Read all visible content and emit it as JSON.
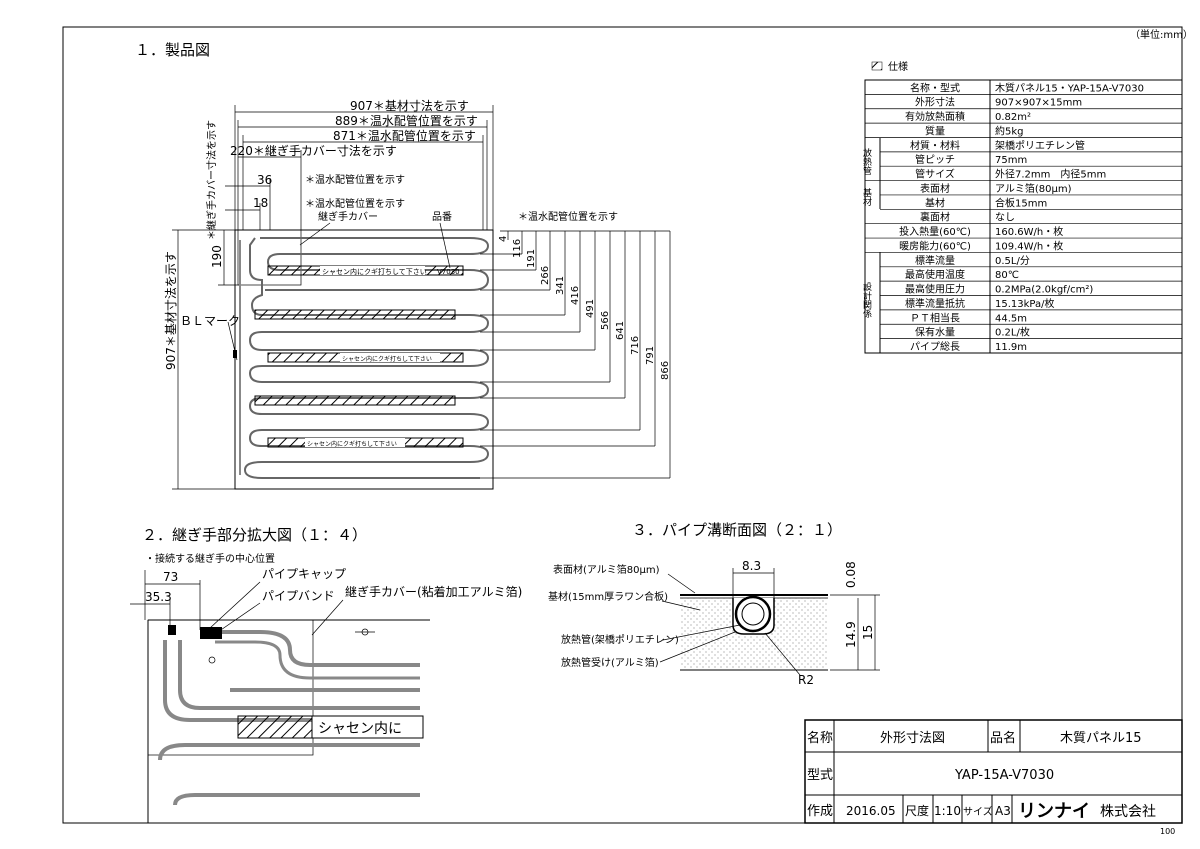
{
  "unit_note": "（単位:mm）",
  "sheet_no": "100",
  "sections": {
    "s1": "１．製品図",
    "s2": "２．継ぎ手部分拡大図（１：４）",
    "s3": "３．パイプ溝断面図（２：１）"
  },
  "product": {
    "dims_top": [
      "907＊基材寸法を示す",
      "889＊温水配管位置を示す",
      "871＊温水配管位置を示す",
      "220＊継ぎ手カバー寸法を示す"
    ],
    "d36": "36",
    "d18": "18",
    "note36": "＊温水配管位置を示す",
    "note18": "＊温水配管位置を示す",
    "vert_note": "＊継ぎ手カバー寸法を示す",
    "label_cover": "継ぎ手カバー",
    "label_hinban": "品番",
    "label_right_note": "＊温水配管位置を示す",
    "d190": "190",
    "d907_left": "907＊基材寸法を示す",
    "label_bl": "ＢＬマーク",
    "right_dims": [
      "4",
      "116",
      "191",
      "266",
      "341",
      "416",
      "491",
      "566",
      "641",
      "716",
      "791",
      "866"
    ],
    "strip_text": "シャセン内にクギ打ちして下さい",
    "model_code": "V7030"
  },
  "joint": {
    "note_center": "・接続する継ぎ手の中心位置",
    "d73": "73",
    "d353": "35.3",
    "pipe_cap": "パイプキャップ",
    "pipe_band": "パイプバンド",
    "cover_label": "継ぎ手カバー(粘着加工アルミ箔)",
    "strip_text": "シャセン内に"
  },
  "section": {
    "d83": "8.3",
    "d008": "0.08",
    "d149": "14.9",
    "d15": "15",
    "r2": "R2",
    "labels": [
      "表面材(アルミ箔80μm)",
      "基材(15mm厚ラワン合板)",
      "放熱管(架橋ポリエチレン)",
      "放熱管受け(アルミ箔)"
    ]
  },
  "spec": {
    "heading": "仕様",
    "rows": [
      {
        "group": "",
        "label": "名称・型式",
        "value": "木質パネル15・YAP-15A-V7030"
      },
      {
        "group": "",
        "label": "外形寸法",
        "value": "907×907×15mm"
      },
      {
        "group": "",
        "label": "有効放熱面積",
        "value": "0.82m²"
      },
      {
        "group": "",
        "label": "質量",
        "value": "約5kg"
      },
      {
        "group": "放熱管",
        "label": "材質・材料",
        "value": "架橋ポリエチレン管"
      },
      {
        "group": "放熱管",
        "label": "管ピッチ",
        "value": "75mm"
      },
      {
        "group": "放熱管",
        "label": "管サイズ",
        "value": "外径7.2mm　内径5mm"
      },
      {
        "group": "基材",
        "label": "表面材",
        "value": "アルミ箔(80μm)"
      },
      {
        "group": "基材",
        "label": "基材",
        "value": "合板15mm"
      },
      {
        "group": "基材",
        "label": "裏面材",
        "value": "なし"
      },
      {
        "group": "",
        "label": "投入熱量(60℃)",
        "value": "160.6W/h・枚"
      },
      {
        "group": "",
        "label": "暖房能力(60℃)",
        "value": "109.4W/h・枚"
      },
      {
        "group": "設計関係",
        "label": "標準流量",
        "value": "0.5L/分"
      },
      {
        "group": "設計関係",
        "label": "最高使用温度",
        "value": "80℃"
      },
      {
        "group": "設計関係",
        "label": "最高使用圧力",
        "value": "0.2MPa(2.0kgf/cm²)"
      },
      {
        "group": "設計関係",
        "label": "標準流量抵抗",
        "value": "15.13kPa/枚"
      },
      {
        "group": "設計関係",
        "label": "ＰＴ相当長",
        "value": "44.5m"
      },
      {
        "group": "設計関係",
        "label": "保有水量",
        "value": "0.2L/枚"
      },
      {
        "group": "設計関係",
        "label": "パイプ総長",
        "value": "11.9m"
      }
    ],
    "group_labels": {
      "g1": "放熱管",
      "g2": "基材",
      "g3": "設計関係"
    }
  },
  "title_block": {
    "name_label": "名称",
    "name_value": "外形寸法図",
    "product_label": "品名",
    "product_value": "木質パネル15",
    "model_label": "型式",
    "model_value": "YAP-15A-V7030",
    "made_label": "作成",
    "made_value": "2016.05",
    "scale_label": "尺度",
    "scale_value": "1:10",
    "size_label": "サイズ",
    "size_value": "A3",
    "company_logo": "リンナイ",
    "company_suffix": "株式会社"
  }
}
